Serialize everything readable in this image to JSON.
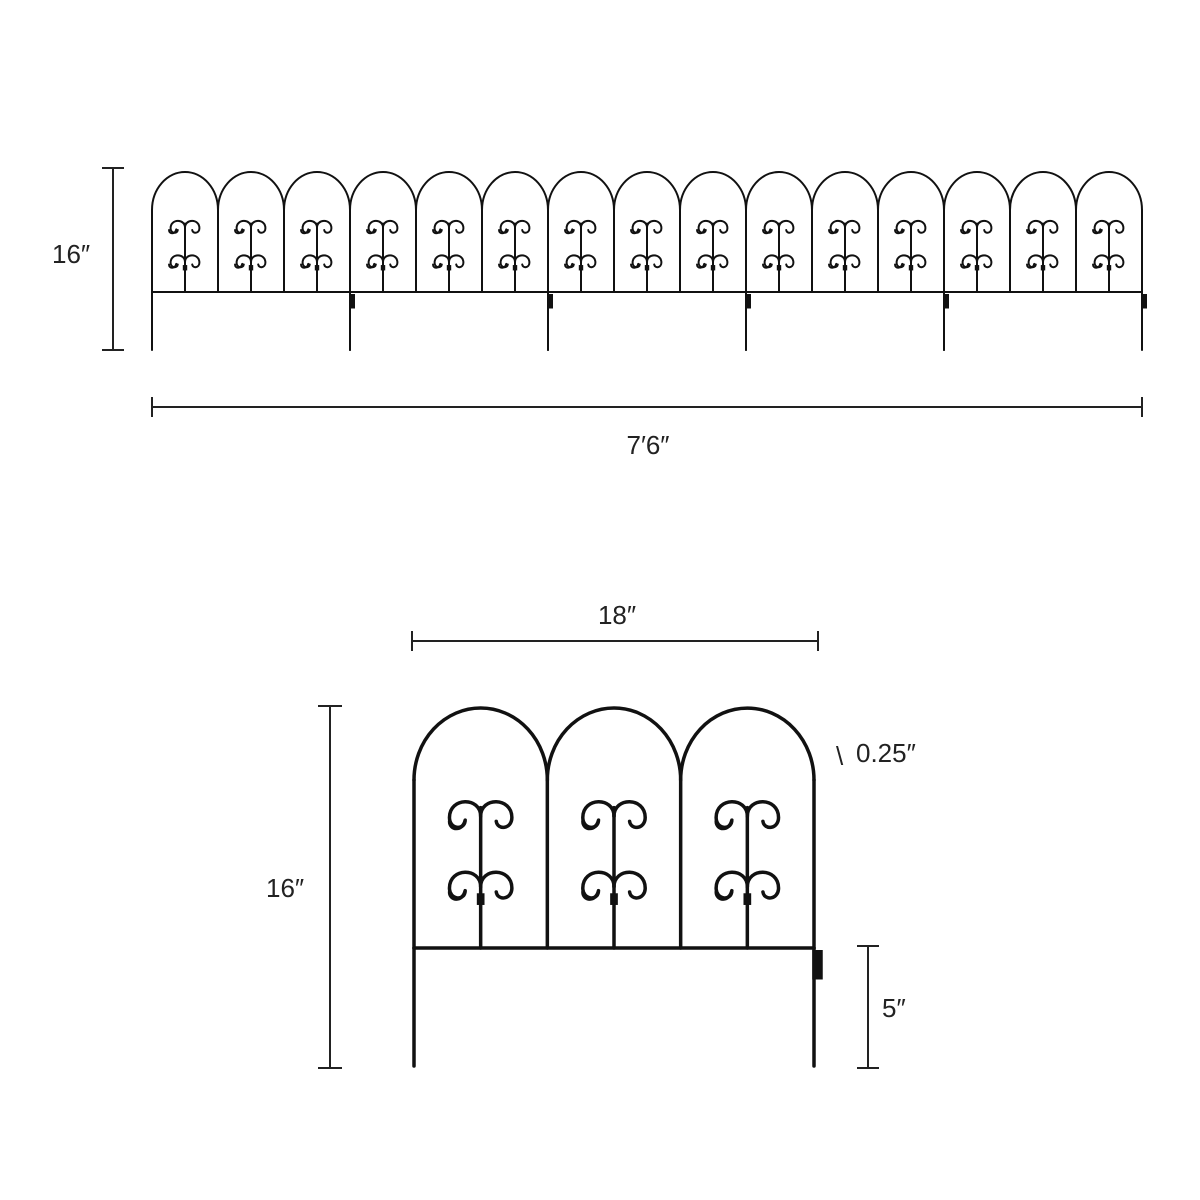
{
  "colors": {
    "line": "#111111",
    "text": "#222222",
    "background": "#ffffff"
  },
  "top_view": {
    "panel_count": 5,
    "arches_per_panel": 3,
    "height_label": "16″",
    "width_label": "7′6″"
  },
  "detail_view": {
    "panel_count": 1,
    "arches_per_panel": 3,
    "width_label": "18″",
    "height_label": "16″",
    "wire_label": "0.25″",
    "wire_marker": "\\",
    "stake_label": "5″"
  }
}
